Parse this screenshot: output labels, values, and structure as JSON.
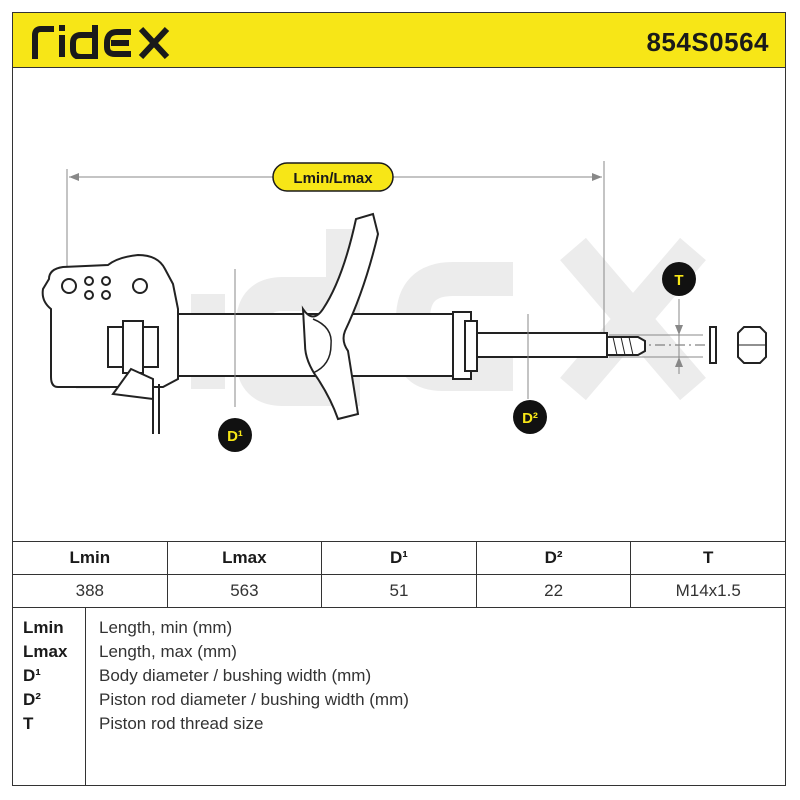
{
  "header": {
    "brand": "RIDEX",
    "part_number": "854S0564"
  },
  "drawing": {
    "length_label": "Lmin/Lmax",
    "d1_label": "D¹",
    "d2_label": "D²",
    "t_label": "T",
    "watermark": "RIDEX",
    "colors": {
      "accent": "#f7e617",
      "badge": "#111111",
      "line": "#222222",
      "watermark": "#ebebeb"
    }
  },
  "specs": {
    "headers": [
      "Lmin",
      "Lmax",
      "D¹",
      "D²",
      "T"
    ],
    "values": [
      "388",
      "563",
      "51",
      "22",
      "M14x1.5"
    ]
  },
  "legend": [
    {
      "key": "Lmin",
      "desc": "Length, min (mm)"
    },
    {
      "key": "Lmax",
      "desc": "Length, max (mm)"
    },
    {
      "key": "D¹",
      "desc": "Body diameter / bushing width (mm)"
    },
    {
      "key": "D²",
      "desc": "Piston rod diameter / bushing width (mm)"
    },
    {
      "key": "T",
      "desc": "Piston rod thread size"
    }
  ]
}
